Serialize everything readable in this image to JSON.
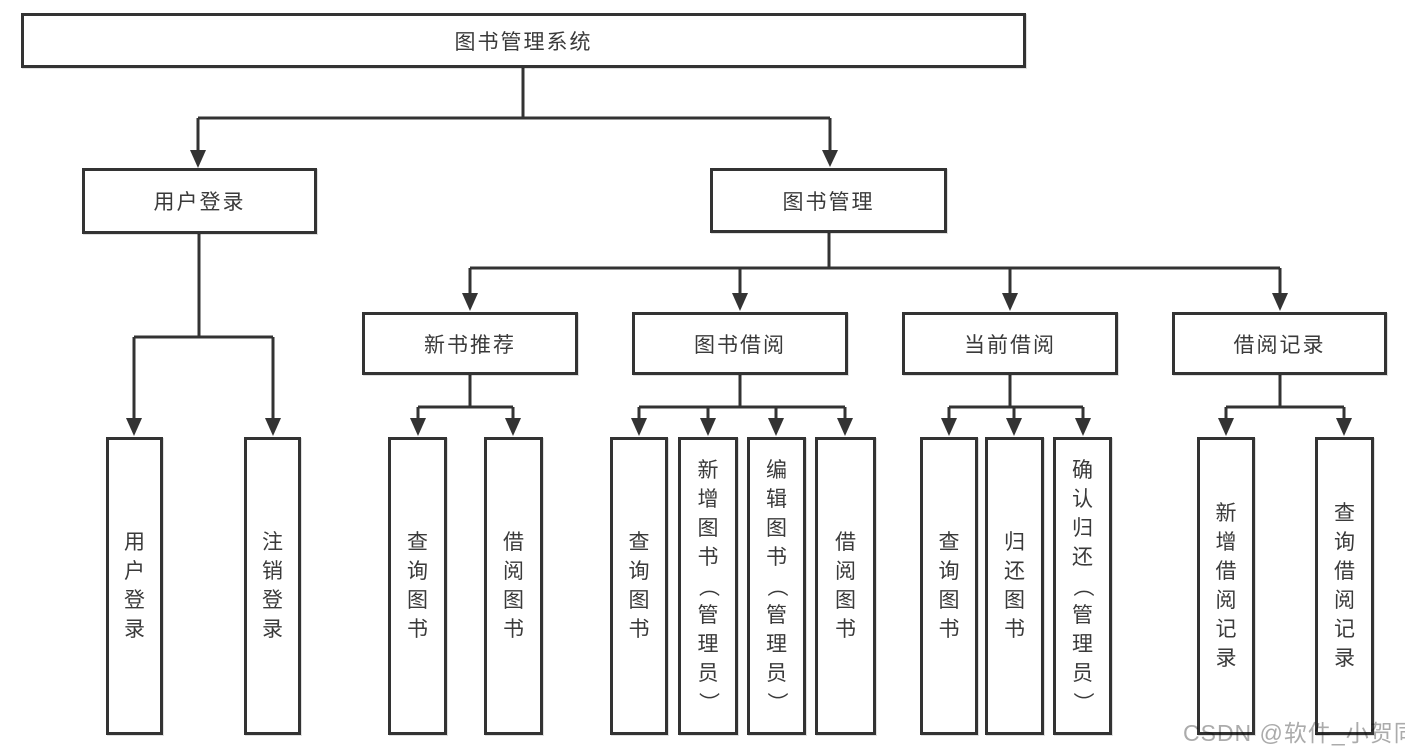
{
  "nodes": {
    "root": "图书管理系统",
    "level2": [
      "用户登录",
      "图书管理"
    ],
    "level3": [
      "新书推荐",
      "图书借阅",
      "当前借阅",
      "借阅记录"
    ],
    "level4": [
      "用户登录",
      "注销登录",
      "查询图书",
      "借阅图书",
      "查询图书",
      "新增图书（管理员）",
      "编辑图书（管理员）",
      "借阅图书",
      "查询图书",
      "归还图书",
      "确认归还（管理员）",
      "新增借阅记录",
      "查询借阅记录"
    ]
  },
  "watermark": "CSDN @软件_小贺同学",
  "colors": {
    "line": "#333333",
    "text": "#3a3a3a",
    "background": "#ffffff",
    "watermark": "#ababab"
  }
}
